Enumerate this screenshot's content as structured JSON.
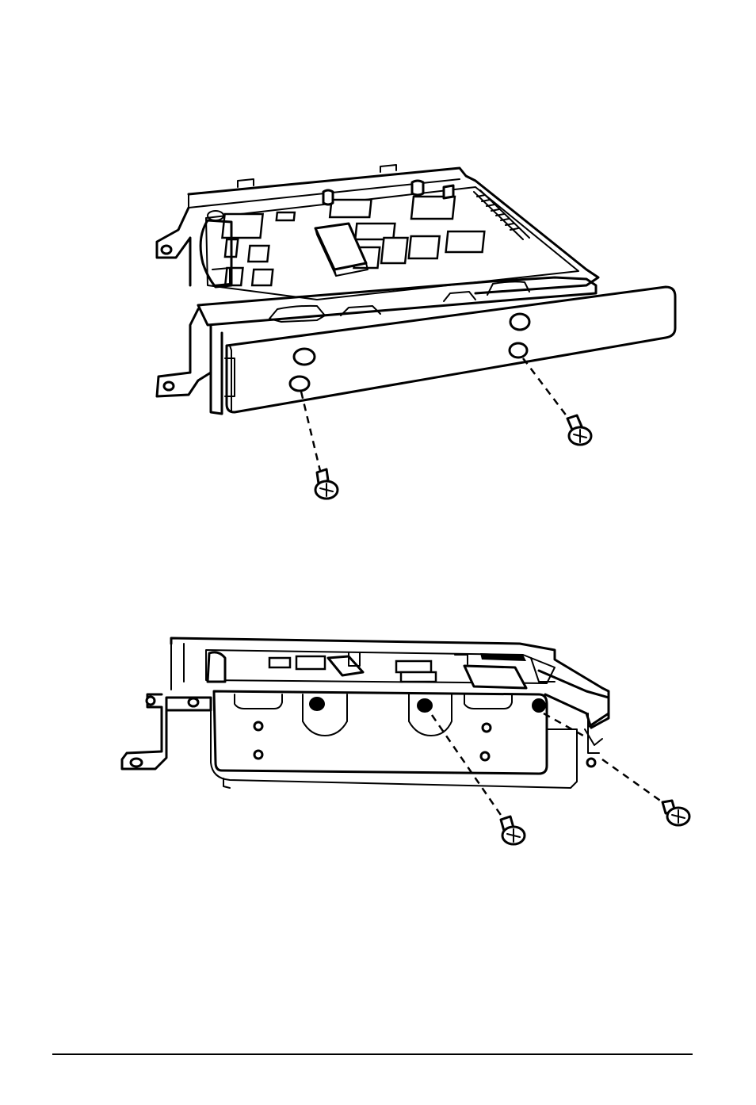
{
  "figures": [
    {
      "id": "top",
      "subject": "drive-assembly-front-bezel-screws",
      "screw_count": 2
    },
    {
      "id": "bottom",
      "subject": "drive-assembly-side-bracket-screws",
      "screw_count": 2
    }
  ],
  "colors": {
    "ink": "#000000",
    "paper": "#ffffff"
  }
}
